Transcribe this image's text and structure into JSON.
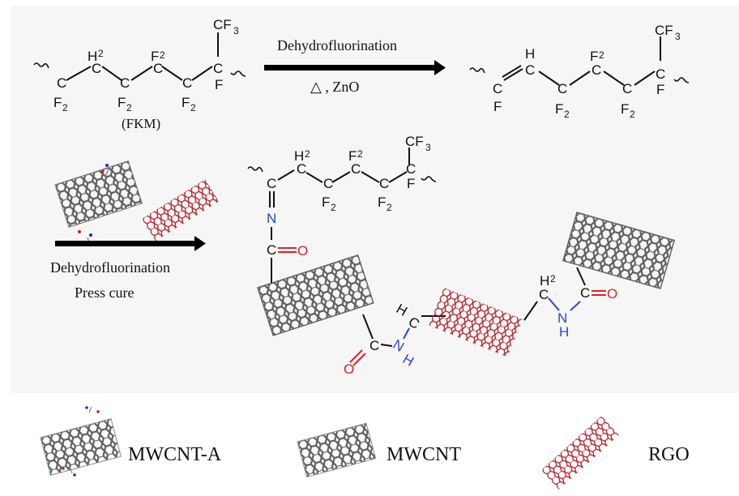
{
  "reaction1": {
    "reagent_label": "Dehydrofluorination",
    "conditions": "△ ,  ZnO",
    "polymer_name": "(FKM)"
  },
  "reaction2": {
    "line1": "Dehydrofluorination",
    "line2": "Press cure"
  },
  "atoms": {
    "C": "C",
    "F": "F",
    "H": "H",
    "N": "N",
    "O": "O",
    "CF": "CF",
    "sub2": "2",
    "sub3": "3"
  },
  "legend": [
    {
      "label": "MWCNT-A",
      "icon": "mwcnt-a-icon"
    },
    {
      "label": "MWCNT",
      "icon": "mwcnt-icon"
    },
    {
      "label": "RGO",
      "icon": "rgo-icon"
    }
  ],
  "colors": {
    "panel_bg": "#f6f6f6",
    "nitrogen": "#2746d6",
    "oxygen": "#e0202a",
    "rgo": "#b01c22",
    "cnt": "#6b6b6b"
  }
}
